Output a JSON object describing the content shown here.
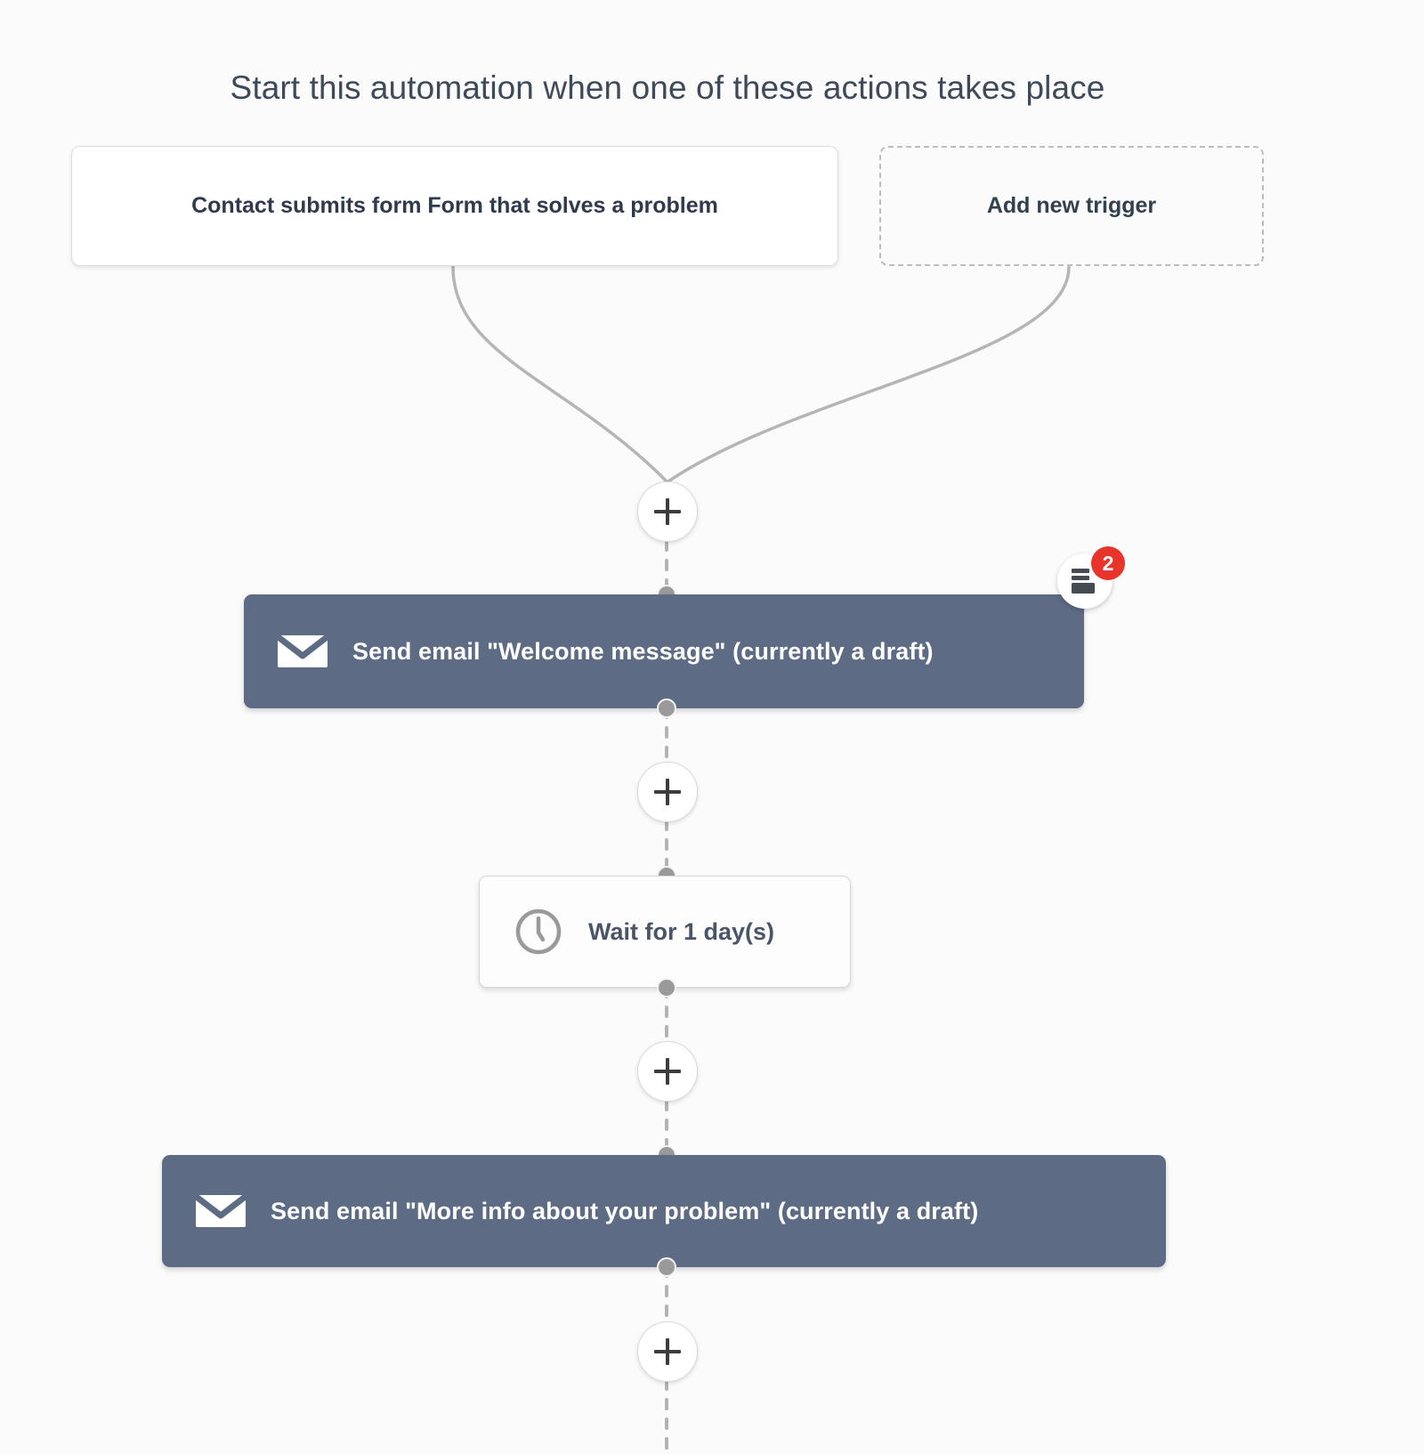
{
  "canvas": {
    "background_color": "#fbfbfb",
    "title": "Start this automation when one of these actions takes place"
  },
  "triggers": [
    {
      "label": "Contact submits form Form that solves a problem",
      "style": "solid",
      "icon": "none"
    },
    {
      "label": "Add new trigger",
      "style": "dashed",
      "icon": "none"
    }
  ],
  "add_buttons": [
    {
      "name": "add-step-after-triggers",
      "label": "+"
    },
    {
      "name": "add-step-after-email-1",
      "label": "+"
    },
    {
      "name": "add-step-after-wait",
      "label": "+"
    },
    {
      "name": "add-step-after-email-2",
      "label": "+"
    }
  ],
  "steps": [
    {
      "id": "email-1",
      "type": "email",
      "icon": "envelope-icon",
      "label": "Send email \"Welcome message\" (currently a draft)",
      "color": "#5d6c84",
      "text_color": "#ffffff",
      "badge": {
        "icon": "copies-icon",
        "count": "2",
        "color": "#e8342a"
      }
    },
    {
      "id": "wait",
      "type": "wait",
      "icon": "clock-icon",
      "label": "Wait for 1 day(s)",
      "color": "#fdfdfd",
      "text_color": "#4a5668"
    },
    {
      "id": "email-2",
      "type": "email",
      "icon": "envelope-icon",
      "label": "Send email \"More info about your problem\" (currently a draft)",
      "color": "#5d6c84",
      "text_color": "#ffffff"
    }
  ],
  "colors": {
    "node_slate": "#5d6c84",
    "badge_red": "#e8342a",
    "connector_gray": "#b3b3b3",
    "dot_gray": "#9a9a9a",
    "canvas_bg": "#fbfbfb"
  }
}
